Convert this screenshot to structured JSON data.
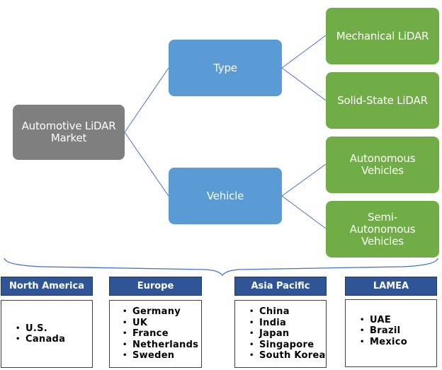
{
  "diagram": {
    "root": {
      "label": "Automotive LiDAR\nMarket",
      "color": "#7f7f7f"
    },
    "segments": [
      {
        "label": "Type",
        "color": "#5b9bd5",
        "children": [
          {
            "label": "Mechanical LiDAR"
          },
          {
            "label": "Solid-State LiDAR"
          }
        ]
      },
      {
        "label": "Vehicle",
        "color": "#5b9bd5",
        "children": [
          {
            "label": "Autonomous\nVehicles"
          },
          {
            "label": "Semi-\nAutonomous\nVehicles"
          }
        ]
      }
    ],
    "leaf_color": "#70ad47",
    "connector_color": "#4472c4",
    "regions": [
      {
        "name": "North America",
        "countries": [
          "U.S.",
          "Canada"
        ]
      },
      {
        "name": "Europe",
        "countries": [
          "Germany",
          "UK",
          "France",
          "Netherlands",
          "Sweden"
        ]
      },
      {
        "name": "Asia Pacific",
        "countries": [
          "China",
          "India",
          "Japan",
          "Singapore",
          "South Korea"
        ]
      },
      {
        "name": "LAMEA",
        "countries": [
          "UAE",
          "Brazil",
          "Mexico"
        ]
      }
    ],
    "region_header_color": "#2f5597"
  }
}
